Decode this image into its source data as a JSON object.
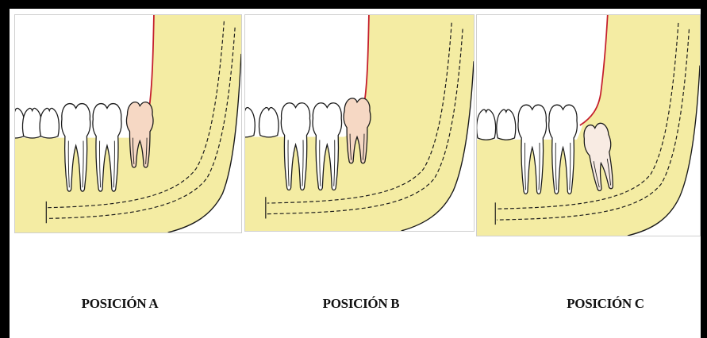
{
  "panels": [
    {
      "label": "POSICIÓN A"
    },
    {
      "label": "POSICIÓN B"
    },
    {
      "label": "POSICIÓN C"
    }
  ],
  "colors": {
    "bone": "#f4eca3",
    "tooth": "#ffffff",
    "third_molar": "#f6d8c4",
    "third_molar_pale": "#f8ebe3",
    "ramus_border": "#c41e2c",
    "outline": "#1a1a1a",
    "frame": "#000000"
  }
}
